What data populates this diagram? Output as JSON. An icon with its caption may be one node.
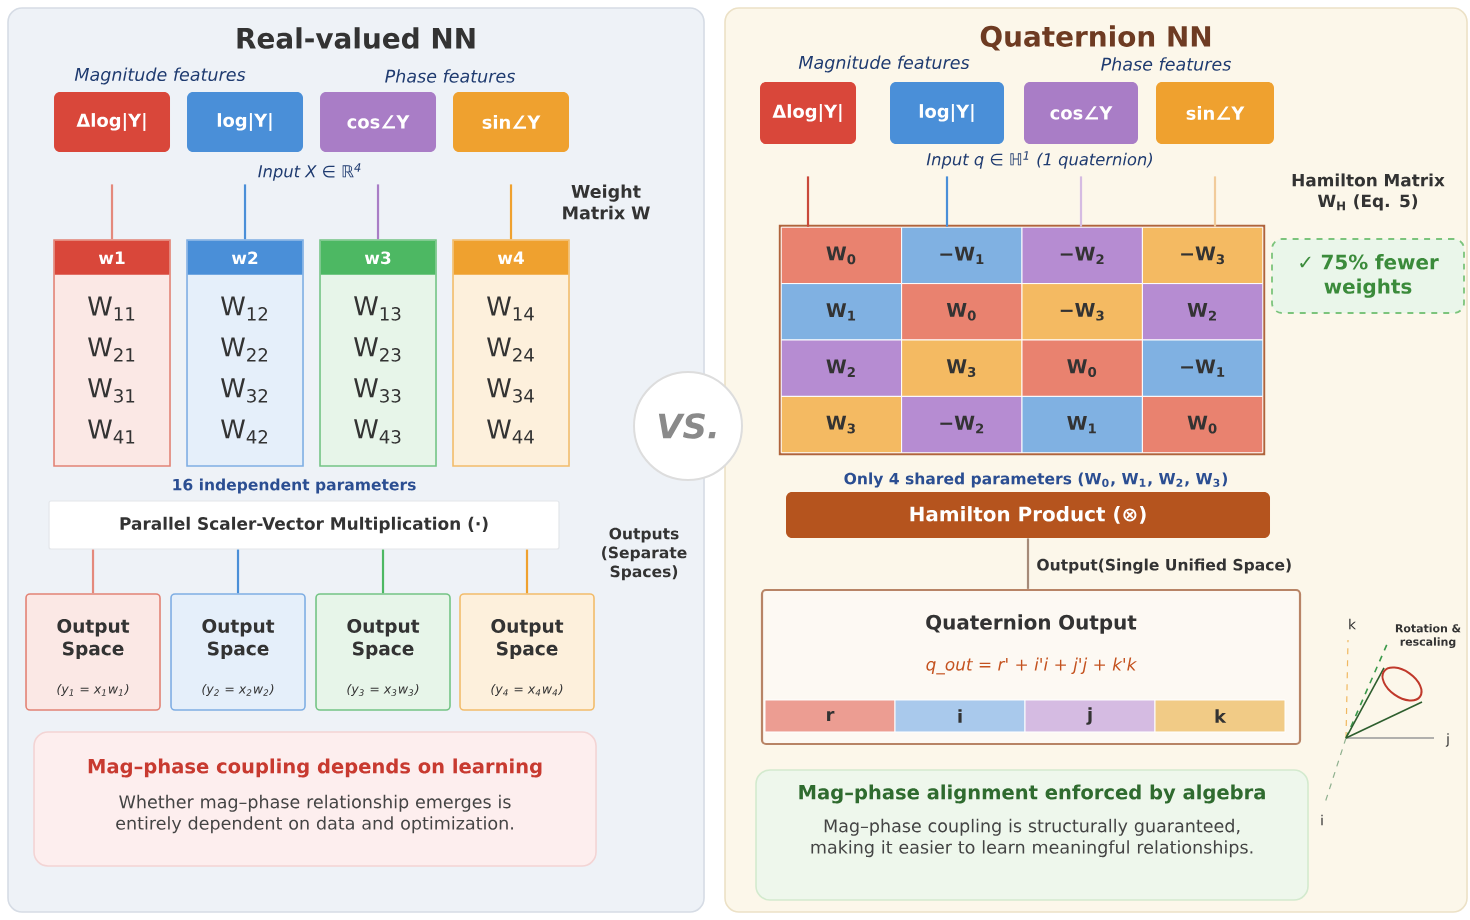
{
  "diagram": {
    "nodes": [
      {
        "text": [
          "Real-valued NN"
        ]
      },
      {
        "text": [
          "Δlog|Y|"
        ],
        "in": 0
      },
      {
        "text": [
          "log|Y|"
        ],
        "in": 0
      },
      {
        "text": [
          "cos∠Y"
        ],
        "in": 0
      },
      {
        "text": [
          "sin∠Y"
        ],
        "in": 0
      },
      {
        "text": [
          "w1",
          "W$_{11}$",
          "W$_{21}$",
          "W$_{31}$",
          "W$_{41}$"
        ],
        "in": 0
      },
      {
        "text": [
          "w2",
          "W$_{12}$",
          "W$_{22}$",
          "W$_{32}$",
          "W$_{42}$"
        ],
        "in": 0
      },
      {
        "text": [
          "w3",
          "W$_{13}$",
          "W$_{23}$",
          "W$_{33}$",
          "W$_{43}$"
        ],
        "in": 0
      },
      {
        "text": [
          "w4",
          "W$_{14}$",
          "W$_{24}$",
          "W$_{34}$",
          "W$_{44}$"
        ],
        "in": 0
      },
      {
        "text": [
          "Parallel Scaler-Vector Multiplication (·)"
        ],
        "in": 0
      },
      {
        "text": [
          "Output Space",
          "(y$_{1}$ = x$_{1}$w$_{1}$)"
        ],
        "in": 0
      },
      {
        "text": [
          "Output Space",
          "(y$_{2}$ = x$_{2}$w$_{2}$)"
        ],
        "in": 0
      },
      {
        "text": [
          "Output Space",
          "(y$_{3}$ = x$_{3}$w$_{3}$)"
        ],
        "in": 0
      },
      {
        "text": [
          "Output Space",
          "(y$_{4}$ = x$_{4}$w$_{4}$)"
        ],
        "in": 0
      },
      {
        "text": [
          "Mag–phase coupling depends on learning",
          "Whether mag–phase relationship emerges is entirely dependent on data and optimization."
        ],
        "in": 0
      },
      {
        "text": [
          "VS."
        ]
      },
      {
        "text": [
          "Quaternion NN"
        ]
      },
      {
        "text": [
          "Δlog|Y|"
        ],
        "in": 16
      },
      {
        "text": [
          "log|Y|"
        ],
        "in": 16
      },
      {
        "text": [
          "cos∠Y"
        ],
        "in": 16
      },
      {
        "text": [
          "sin∠Y"
        ],
        "in": 16
      },
      {
        "text": [],
        "shape": "box",
        "in": 16
      },
      {
        "text": [
          "W$_{0}$"
        ],
        "in": 21
      },
      {
        "text": [
          "−W$_{1}$"
        ],
        "in": 21
      },
      {
        "text": [
          "−W$_{2}$"
        ],
        "in": 21
      },
      {
        "text": [
          "−W$_{3}$"
        ],
        "in": 21
      },
      {
        "text": [
          "W$_{1}$"
        ],
        "in": 21
      },
      {
        "text": [
          "W$_{0}$"
        ],
        "in": 21
      },
      {
        "text": [
          "−W$_{3}$"
        ],
        "in": 21
      },
      {
        "text": [
          "W$_{2}$"
        ],
        "in": 21
      },
      {
        "text": [
          "W$_{2}$"
        ],
        "in": 21
      },
      {
        "text": [
          "W$_{3}$"
        ],
        "in": 21
      },
      {
        "text": [
          "W$_{0}$"
        ],
        "in": 21
      },
      {
        "text": [
          "−W$_{1}$"
        ],
        "in": 21
      },
      {
        "text": [
          "W$_{3}$"
        ],
        "in": 21
      },
      {
        "text": [
          "−W$_{2}$"
        ],
        "in": 21
      },
      {
        "text": [
          "W$_{1}$"
        ],
        "in": 21
      },
      {
        "text": [
          "W$_{0}$"
        ],
        "in": 21
      },
      {
        "text": [
          "✓ 75% fewer weights"
        ],
        "in": 16
      },
      {
        "text": [
          "Hamilton Product (⊗)"
        ],
        "in": 16
      },
      {
        "text": [
          "Quaternion Output",
          "q_out = r' + i'i + j'j + k'k"
        ],
        "in": 16
      },
      {
        "text": [
          "r"
        ],
        "in": 40
      },
      {
        "text": [
          "i"
        ],
        "in": 40
      },
      {
        "text": [
          "j"
        ],
        "in": 40
      },
      {
        "text": [
          "k"
        ],
        "in": 40
      },
      {
        "text": [
          "Mag–phase alignment enforced by algebra",
          "Mag–phase coupling is structurally guaranteed, making it easier to learn meaningful relationships."
        ],
        "in": 16
      }
    ],
    "edges": [
      {
        "from": 1,
        "to": 5,
        "arrow": "none",
        "color": "#e4897c"
      },
      {
        "from": 2,
        "to": 6,
        "arrow": "none",
        "color": "#4a8fd8"
      },
      {
        "from": 3,
        "to": 7,
        "arrow": "none",
        "color": "#a97dc6"
      },
      {
        "from": 4,
        "to": 8,
        "arrow": "none",
        "color": "#efa12f"
      },
      {
        "from": 9,
        "to": 10,
        "arrow": "none",
        "color": "#e4897c"
      },
      {
        "from": 9,
        "to": 11,
        "arrow": "none",
        "color": "#4a8fd8"
      },
      {
        "from": 9,
        "to": 12,
        "arrow": "none",
        "color": "#4db863"
      },
      {
        "from": 9,
        "to": 13,
        "arrow": "none",
        "color": "#efa12f"
      },
      {
        "from": 17,
        "to": 22,
        "arrow": "none",
        "color": "#c9493a"
      },
      {
        "from": 18,
        "to": 23,
        "arrow": "none",
        "color": "#4a8fd8"
      },
      {
        "from": 19,
        "to": 24,
        "arrow": "none",
        "color": "#d5bbe2"
      },
      {
        "from": 20,
        "to": 25,
        "arrow": "none",
        "color": "#f1cb9a"
      },
      {
        "from": 39,
        "to": 40,
        "arrow": "none",
        "color": "#a58a78",
        "label": "Output(Single Unified Space)"
      }
    ],
    "labels": [
      "Magnitude features",
      "Phase features",
      "Input X ∈ ℝ$^{4}$",
      "Weight Matrix W",
      "16 independent parameters",
      "Outputs (Separate Spaces)",
      "Magnitude features",
      "Phase features",
      "Input q ∈ ℍ$^{1}$ (1 quaternion)",
      "Hamilton Matrix W$_{H}$ (Eq. 5)",
      "Only 4 shared parameters (W$_{0}$, W$_{1}$, W$_{2}$, W$_{3}$)",
      "k",
      "Rotation & rescaling",
      "j",
      "i"
    ]
  }
}
